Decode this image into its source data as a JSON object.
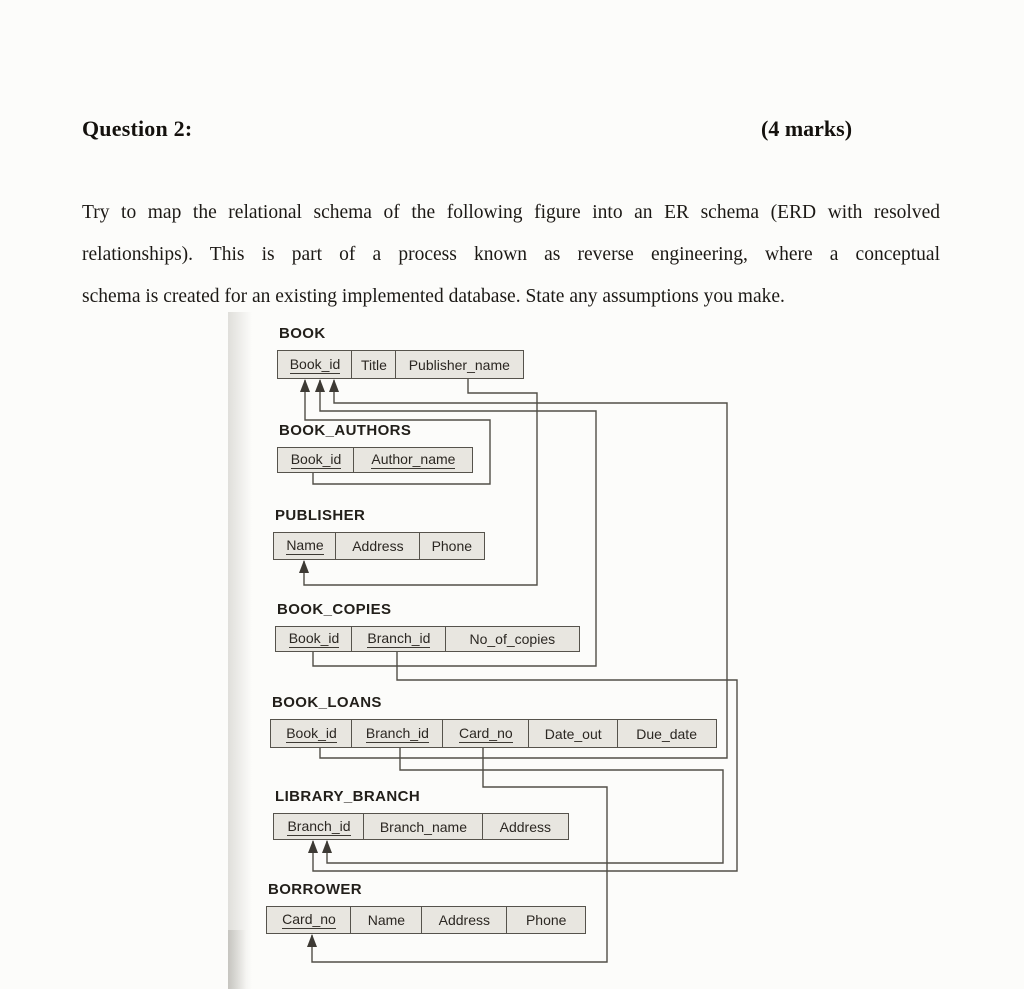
{
  "page": {
    "question_label": "Question 2:",
    "marks_label": "(4 marks)",
    "paragraph_lines": [
      "Try to map the relational schema of the following figure into an ER schema (ERD with resolved",
      "relationships). This is part of a process known as reverse engineering, where a conceptual",
      "schema is created for an existing implemented database. State any assumptions you make."
    ]
  },
  "diagram": {
    "tables": [
      {
        "id": "BOOK",
        "name": "BOOK",
        "columns": [
          {
            "label": "Book_id",
            "key": true
          },
          {
            "label": "Title",
            "key": false
          },
          {
            "label": "Publisher_name",
            "key": false
          }
        ]
      },
      {
        "id": "BOOK_AUTHORS",
        "name": "BOOK_AUTHORS",
        "columns": [
          {
            "label": "Book_id",
            "key": true
          },
          {
            "label": "Author_name",
            "key": true
          }
        ]
      },
      {
        "id": "PUBLISHER",
        "name": "PUBLISHER",
        "columns": [
          {
            "label": "Name",
            "key": true
          },
          {
            "label": "Address",
            "key": false
          },
          {
            "label": "Phone",
            "key": false
          }
        ]
      },
      {
        "id": "BOOK_COPIES",
        "name": "BOOK_COPIES",
        "columns": [
          {
            "label": "Book_id",
            "key": true
          },
          {
            "label": "Branch_id",
            "key": true
          },
          {
            "label": "No_of_copies",
            "key": false
          }
        ]
      },
      {
        "id": "BOOK_LOANS",
        "name": "BOOK_LOANS",
        "columns": [
          {
            "label": "Book_id",
            "key": true
          },
          {
            "label": "Branch_id",
            "key": true
          },
          {
            "label": "Card_no",
            "key": true
          },
          {
            "label": "Date_out",
            "key": false
          },
          {
            "label": "Due_date",
            "key": false
          }
        ]
      },
      {
        "id": "LIBRARY_BRANCH",
        "name": "LIBRARY_BRANCH",
        "columns": [
          {
            "label": "Branch_id",
            "key": true
          },
          {
            "label": "Branch_name",
            "key": false
          },
          {
            "label": "Address",
            "key": false
          }
        ]
      },
      {
        "id": "BORROWER",
        "name": "BORROWER",
        "columns": [
          {
            "label": "Card_no",
            "key": true
          },
          {
            "label": "Name",
            "key": false
          },
          {
            "label": "Address",
            "key": false
          },
          {
            "label": "Phone",
            "key": false
          }
        ]
      }
    ],
    "foreign_keys": [
      {
        "from": "BOOK_AUTHORS.Book_id",
        "to": "BOOK.Book_id"
      },
      {
        "from": "BOOK.Publisher_name",
        "to": "PUBLISHER.Name"
      },
      {
        "from": "BOOK_COPIES.Book_id",
        "to": "BOOK.Book_id"
      },
      {
        "from": "BOOK_COPIES.Branch_id",
        "to": "LIBRARY_BRANCH.Branch_id"
      },
      {
        "from": "BOOK_LOANS.Book_id",
        "to": "BOOK.Book_id"
      },
      {
        "from": "BOOK_LOANS.Branch_id",
        "to": "LIBRARY_BRANCH.Branch_id"
      },
      {
        "from": "BOOK_LOANS.Card_no",
        "to": "BORROWER.Card_no"
      }
    ]
  },
  "colors": {
    "line": "#514e47",
    "arrow": "#3d3a34",
    "cell_fill": "#e8e6e0",
    "cell_border": "#56534c",
    "text": "#1c1915"
  }
}
